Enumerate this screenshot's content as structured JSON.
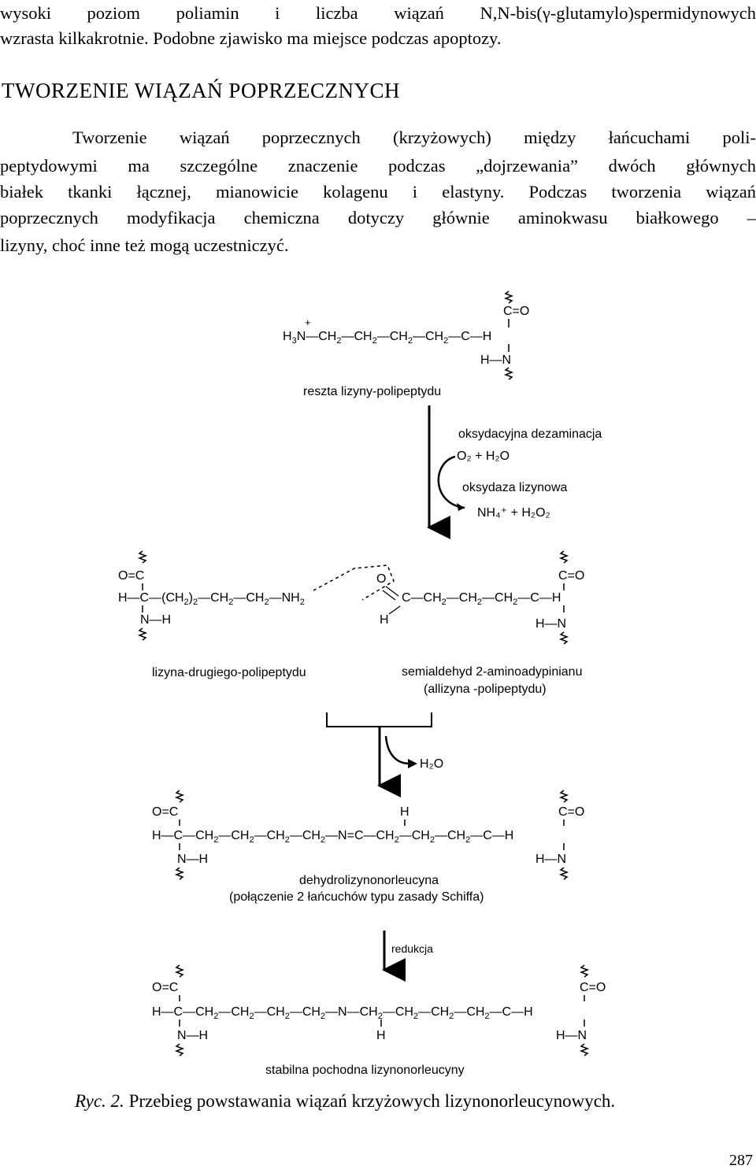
{
  "intro": {
    "line1": "wysoki poziom poliamin i liczba wiązań N,N-bis(γ-glutamylo)spermidynowych",
    "line2": "wzrasta kilkakrotnie. Podobne zjawisko ma miejsce podczas apoptozy."
  },
  "heading": "TWORZENIE WIĄZAŃ POPRZECZNYCH",
  "paragraph": {
    "line1": "Tworzenie wiązań poprzecznych (krzyżowych) między łańcuchami poli-",
    "line2": "peptydowymi ma szczególne znaczenie podczas „dojrzewania” dwóch głównych",
    "line3": "białek tkanki łącznej, mianowicie kolagenu i elastyny. Podczas tworzenia wiązań",
    "line4": "poprzecznych modyfikacja chemiczna dotyczy głównie aminokwasu białkowego –",
    "line5": "lizyny, choć inne też mogą uczestniczyć."
  },
  "figure": {
    "lysine_residue_label": "reszta lizyny-polipeptydu",
    "step1_title": "oksydacyjna dezaminacja",
    "step1_reagents": "O₂ + H₂O",
    "step1_enzyme": "oksydaza lizynowa",
    "step1_products": "NH₄⁺ + H₂O₂",
    "second_lysine_label": "lizyna-drugiego-polipeptydu",
    "allysine_label_line1": "semialdehyd 2-aminoadypinianu",
    "allysine_label_line2": "(allizyna -polipeptydu)",
    "step2_product": "H₂O",
    "schiff_label_line1": "dehydrolizynonorleucyna",
    "schiff_label_line2": "(połączenie 2 łańcuchów typu zasady Schiffa)",
    "step3_title": "redukcja",
    "final_label": "stabilna pochodna lizynonorleucyny"
  },
  "caption": {
    "prefix": "Ryc. 2.",
    "text": " Przebieg powstawania wiązań krzyżowych lizynonorleucynowych."
  },
  "page_number": "287"
}
